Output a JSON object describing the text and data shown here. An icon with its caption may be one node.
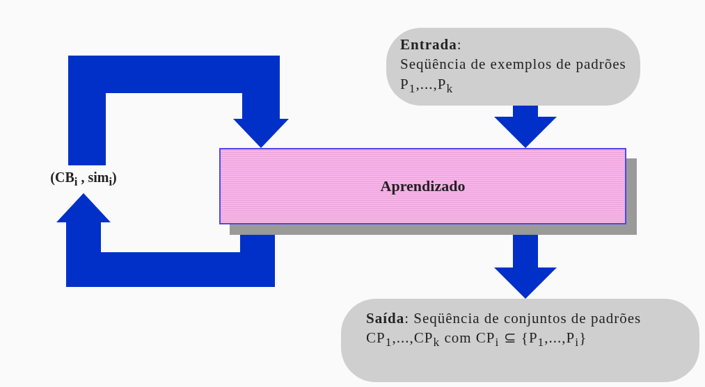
{
  "diagram": {
    "nodes": [
      {
        "text": [
          "**Entrada**:",
          "Seqüência de exemplos de padrões P$_{1}$,...,P$_{k}$"
        ]
      },
      {
        "text": [
          "Aprendizado"
        ]
      },
      {
        "text": [
          "(CB$_{i}$ , sim$_{i}$)"
        ]
      },
      {
        "text": [
          "**Saída**: Seqüência de conjuntos de padrões CP$_{1}$,...,CP$_{k}$ com CP$_{i}$ ⊆ {P$_{1}$,...,P$_{i}$}"
        ]
      }
    ],
    "edges": [
      {
        "from": 0,
        "to": 1,
        "arrow": "to"
      },
      {
        "from": 2,
        "to": 1,
        "arrow": "to"
      },
      {
        "from": 1,
        "to": 2,
        "arrow": "to"
      },
      {
        "from": 1,
        "to": 3,
        "arrow": "to"
      }
    ]
  }
}
